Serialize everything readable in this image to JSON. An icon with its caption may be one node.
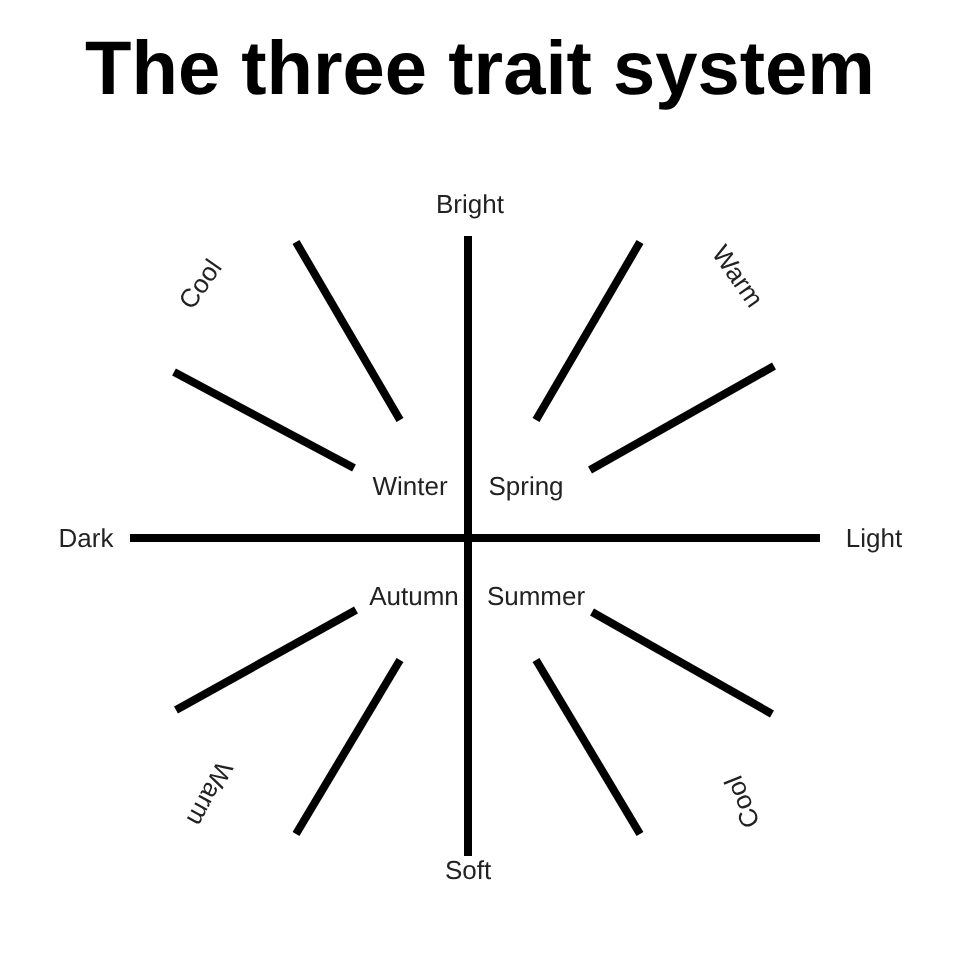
{
  "diagram": {
    "title": "The three trait system",
    "labels": [
      "Bright",
      "Cool",
      "Warm",
      "Winter",
      "Spring",
      "Dark",
      "Light",
      "Autumn",
      "Summer",
      "Warm",
      "Cool",
      "Soft"
    ]
  }
}
